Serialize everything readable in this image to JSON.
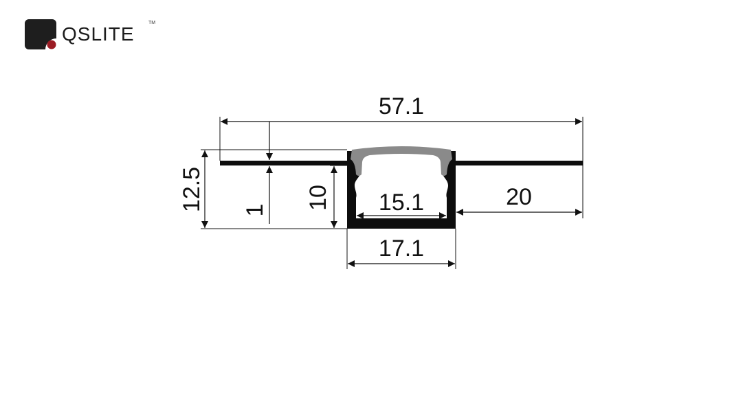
{
  "brand": {
    "name": "QSLITE",
    "trademark": "TM",
    "mark_color": "#1e1e1e",
    "dot_color": "#9b1c24"
  },
  "dimensions": {
    "overall_width": "57.1",
    "total_height": "12.5",
    "flange_thickness": "1",
    "channel_depth": "10",
    "inner_width": "15.1",
    "flange_width": "20",
    "outer_width": "17.1"
  },
  "colors": {
    "profile": "#0d0d0d",
    "diffuser": "#8a8a8a",
    "dimension_line": "#111111"
  }
}
